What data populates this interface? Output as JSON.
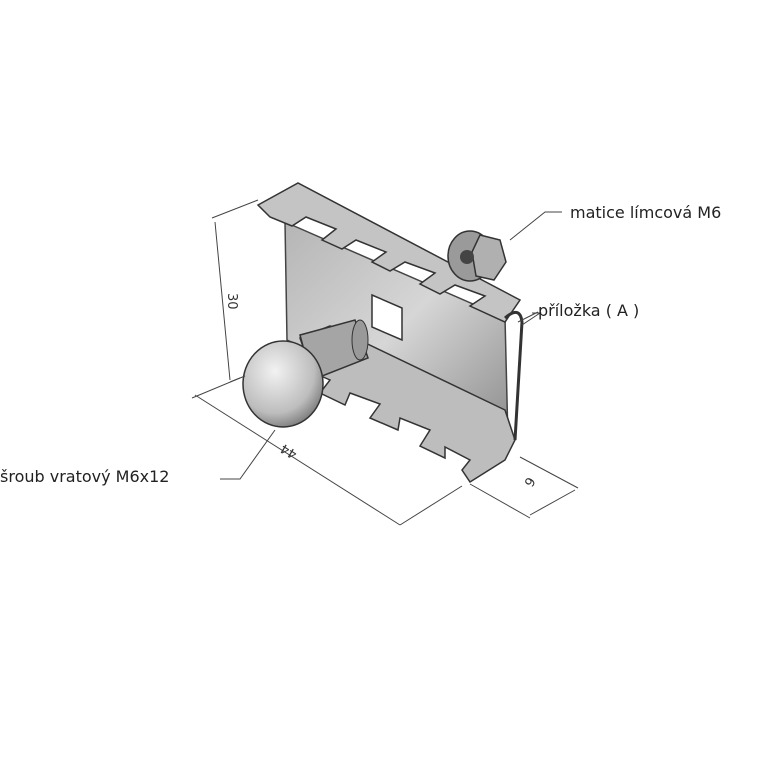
{
  "labels": {
    "nut": "matice límcová M6",
    "plate": "příložka ( A )",
    "bolt": "šroub vratový M6x12"
  },
  "dimensions": {
    "height": "30",
    "length": "44",
    "depth": "9"
  },
  "colors": {
    "metal_light": "#c9c9c9",
    "metal_mid": "#a8a8a8",
    "metal_dark": "#555555",
    "line": "#333333"
  }
}
